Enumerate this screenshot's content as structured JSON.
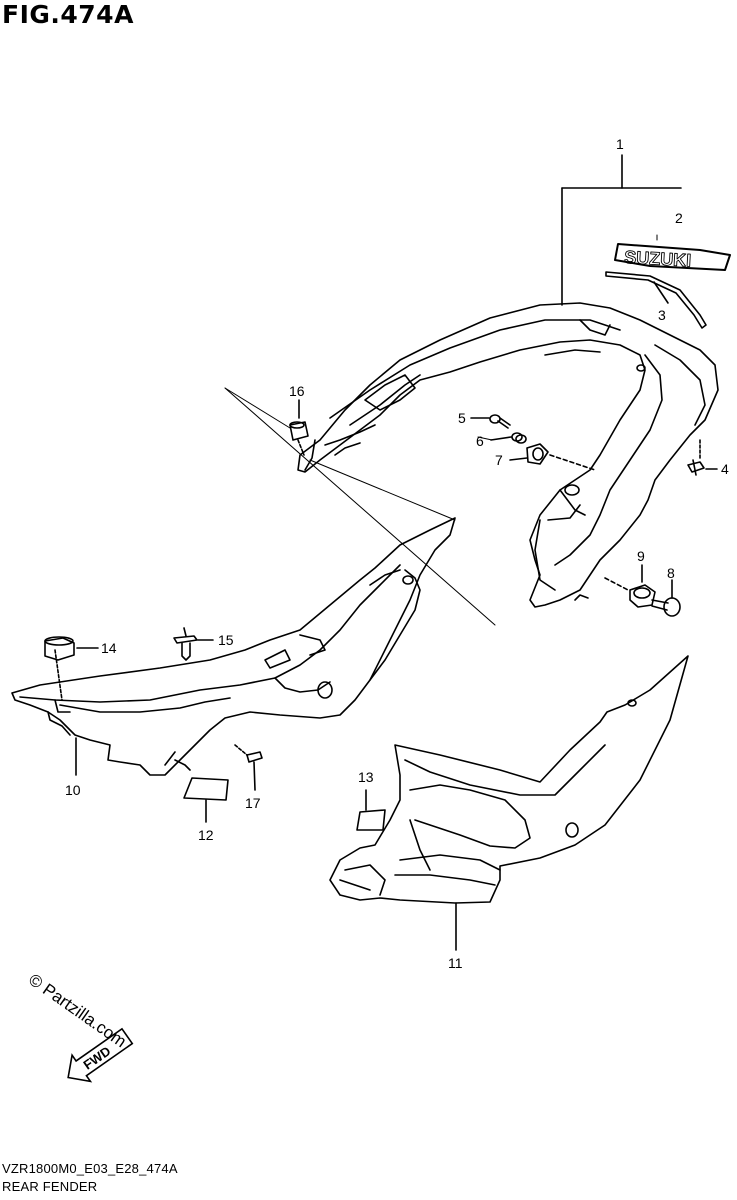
{
  "figure": {
    "title": "FIG.474A",
    "drawing_code": "VZR1800M0_E03_E28_474A",
    "assembly_name": "REAR FENDER"
  },
  "watermark": "© Partzilla.com",
  "logo_text": "SUZUKI",
  "direction_arrow": {
    "text": "FWD"
  },
  "callouts": [
    {
      "id": "1",
      "label": "1"
    },
    {
      "id": "2",
      "label": "2"
    },
    {
      "id": "3",
      "label": "3"
    },
    {
      "id": "4",
      "label": "4"
    },
    {
      "id": "5",
      "label": "5"
    },
    {
      "id": "6",
      "label": "6"
    },
    {
      "id": "7",
      "label": "7"
    },
    {
      "id": "8",
      "label": "8"
    },
    {
      "id": "9",
      "label": "9"
    },
    {
      "id": "10",
      "label": "10"
    },
    {
      "id": "11",
      "label": "11"
    },
    {
      "id": "12",
      "label": "12"
    },
    {
      "id": "13",
      "label": "13"
    },
    {
      "id": "14",
      "label": "14"
    },
    {
      "id": "15",
      "label": "15"
    },
    {
      "id": "16",
      "label": "16"
    },
    {
      "id": "17",
      "label": "17"
    }
  ]
}
